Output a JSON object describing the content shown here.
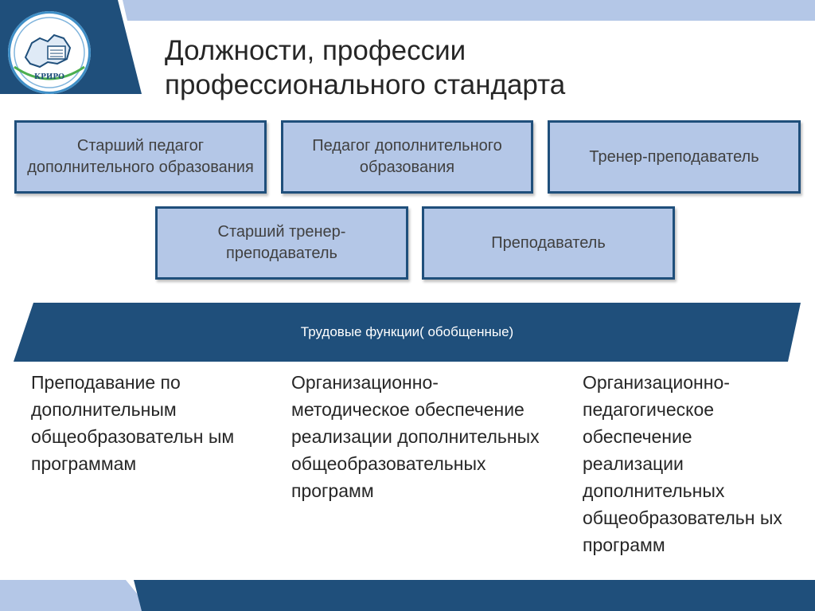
{
  "logo": {
    "icon": "kriro-emblem-icon",
    "text": "КРИРО"
  },
  "title": {
    "line1": "Должности, профессии",
    "line2": "профессионального стандарта"
  },
  "positions": [
    "Старший педагог дополнительного образования",
    "Педагог дополнительного образования",
    "Тренер-преподаватель",
    "Старший тренер-преподаватель",
    "Преподаватель"
  ],
  "functions_header": "Трудовые функции( обобщенные)",
  "functions": [
    "Преподавание по дополнительным общеобразовательн ым программам",
    "Организационно-методическое обеспечение реализации дополнительных общеобразовательных программ",
    "Организационно-педагогическое обеспечение реализации дополнительных общеобразовательн ых программ"
  ],
  "colors": {
    "dark_blue": "#1f4f7b",
    "light_blue": "#b4c7e7",
    "text": "#262626"
  }
}
